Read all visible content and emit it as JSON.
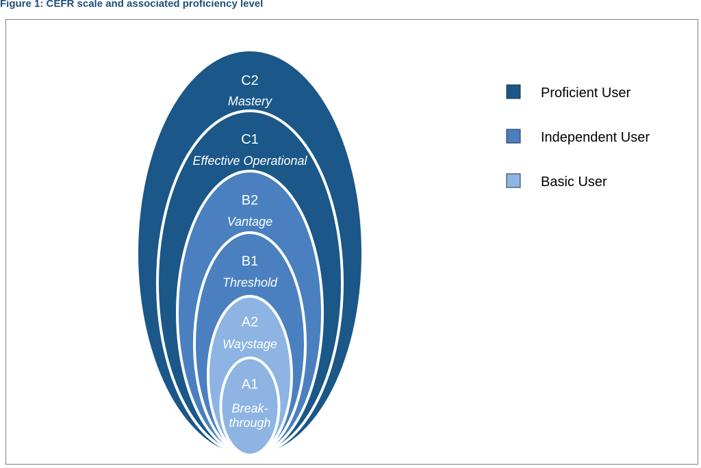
{
  "figure": {
    "title": "Figure 1: CEFR scale and associated proficiency level"
  },
  "colors": {
    "proficient": "#1b5788",
    "independent": "#4a80c0",
    "basic": "#8db4e2",
    "ring_border": "#ffffff"
  },
  "levels": [
    {
      "code": "C2",
      "name": [
        "Mastery"
      ],
      "group": "proficient"
    },
    {
      "code": "C1",
      "name": [
        "Effective Operational"
      ],
      "group": "proficient"
    },
    {
      "code": "B2",
      "name": [
        "Vantage"
      ],
      "group": "independent"
    },
    {
      "code": "B1",
      "name": [
        "Threshold"
      ],
      "group": "independent"
    },
    {
      "code": "A2",
      "name": [
        "Waystage"
      ],
      "group": "basic"
    },
    {
      "code": "A1",
      "name": [
        "Break-",
        "through"
      ],
      "group": "basic"
    }
  ],
  "legend": [
    {
      "label": "Proficient User",
      "group": "proficient"
    },
    {
      "label": "Independent User",
      "group": "independent"
    },
    {
      "label": "Basic User",
      "group": "basic"
    }
  ]
}
